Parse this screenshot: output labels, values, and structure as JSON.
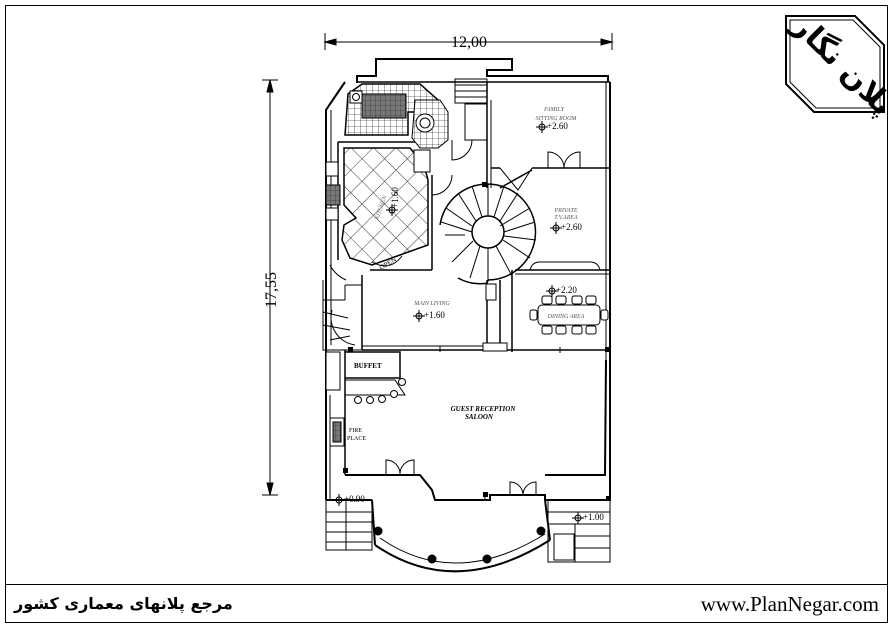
{
  "dimensions": {
    "width_label": "12,00",
    "height_label": "17,55"
  },
  "rooms": {
    "family_line1": "FAMILY",
    "family_line2": "SITTING ROOM",
    "private_line1": "PRIVATE",
    "private_line2": "T.V.AREA",
    "main_living": "MAIN LIVING",
    "dining": "DINING AREA",
    "guest_line1": "GUEST RECEPTION",
    "guest_line2": "SALOON",
    "buffet": "BUFFET",
    "fire_line1": "FIRE",
    "fire_line2": "PLACE",
    "kitchen": "KITCHEN",
    "open": "OPEN"
  },
  "levels": {
    "family": "+2.60",
    "private": "+2.60",
    "kitchen": "+1.60",
    "main_living": "+1.60",
    "dining": "+2.20",
    "left_entry": "+0.90",
    "right_entry": "+1.00"
  },
  "logo": {
    "text": "پلان نگار"
  },
  "footer": {
    "left_text": "مرجع پلانهای معماری کشور",
    "right_text": "www.PlanNegar.com"
  }
}
